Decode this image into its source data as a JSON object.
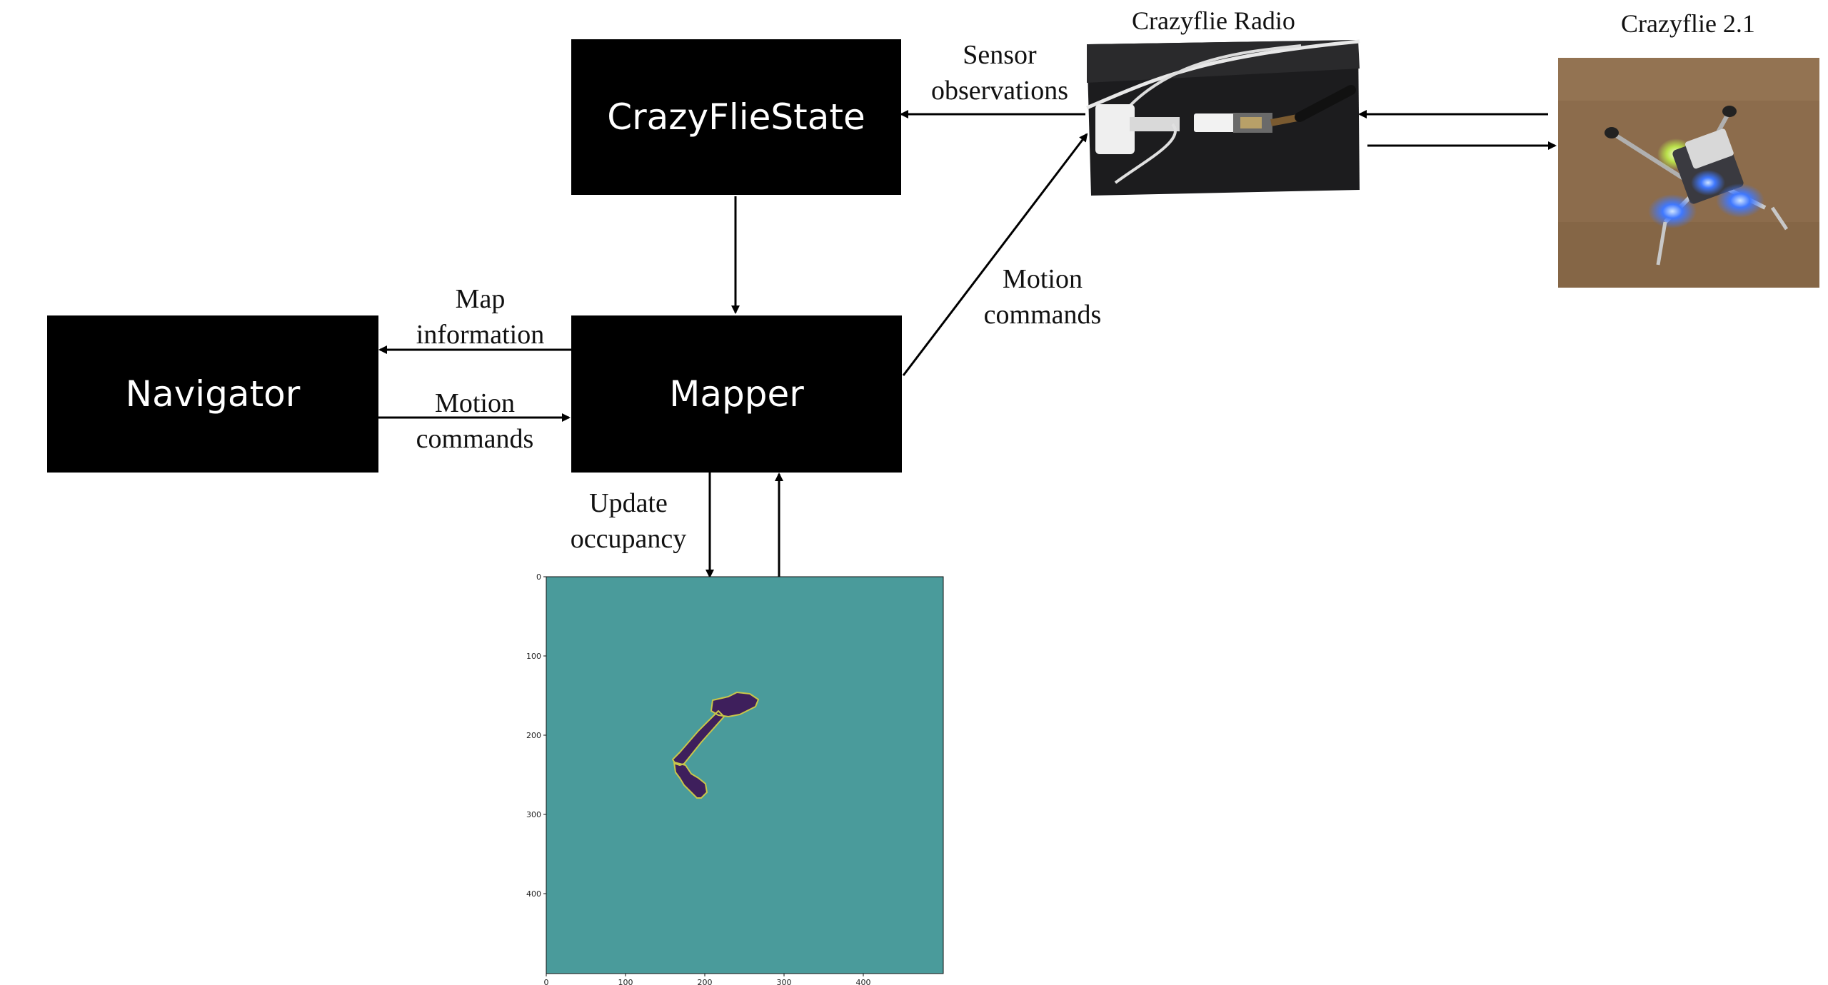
{
  "nodes": {
    "crazyfliestate": "CrazyFlieState",
    "navigator": "Navigator",
    "mapper": "Mapper"
  },
  "labels": {
    "sensor_observations": [
      "Sensor",
      "observations"
    ],
    "motion_commands_radio": [
      "Motion",
      "commands"
    ],
    "map_information": [
      "Map",
      "information"
    ],
    "motion_commands_nav": [
      "Motion",
      "commands"
    ],
    "update_occupancy": [
      "Update",
      "occupancy"
    ]
  },
  "images": {
    "radio_title": "Crazyflie Radio",
    "drone_title": "Crazyflie 2.1"
  },
  "occupancy_plot": {
    "y_ticks": [
      "0",
      "100",
      "200",
      "300",
      "400"
    ],
    "x_ticks": [
      "0",
      "100",
      "200",
      "300",
      "400"
    ],
    "colors": {
      "unknown": "#4a9b9b",
      "free": "#3e1f5c",
      "edge": "#c9c64a"
    }
  }
}
